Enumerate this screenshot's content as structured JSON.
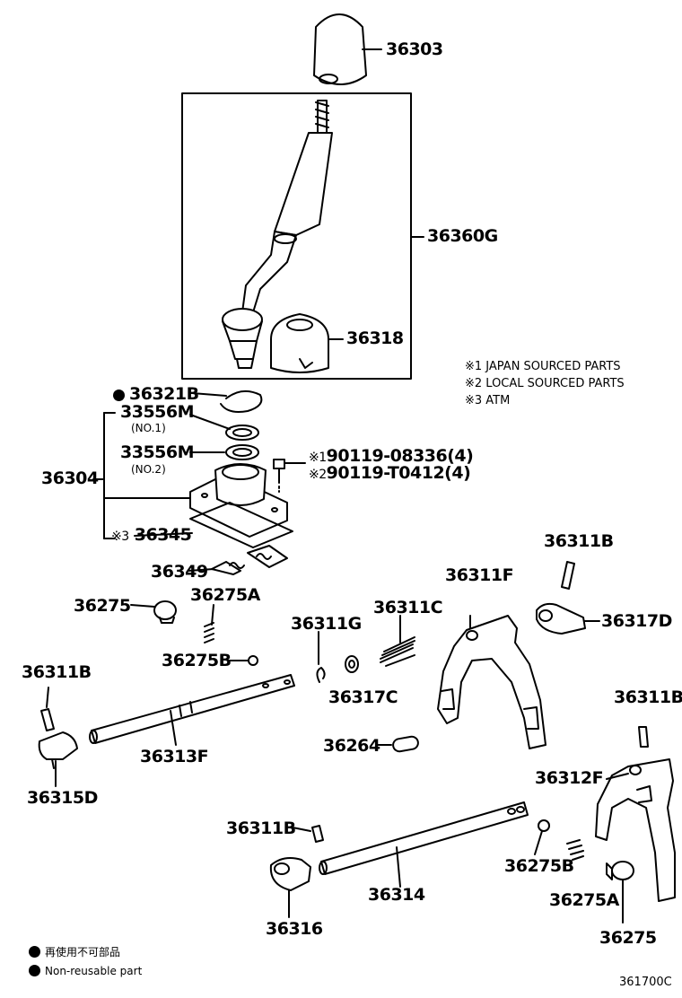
{
  "parts": {
    "p36303": "36303",
    "p36360G": "36360G",
    "p36318": "36318",
    "p36321B": "36321B",
    "p33556M_1": "33556M",
    "p33556M_1_sub": "(NO.1)",
    "p33556M_2": "33556M",
    "p33556M_2_sub": "(NO.2)",
    "p36304": "36304",
    "p36345": "36345",
    "p36345_mark": "※3",
    "bolt1": "90119-08336(4)",
    "bolt1_mark": "※1",
    "bolt2": "90119-T0412(4)",
    "bolt2_mark": "※2",
    "p36349": "36349",
    "p36275A_top": "36275A",
    "p36275_top": "36275",
    "p36275B_top": "36275B",
    "p36311G": "36311G",
    "p36311C": "36311C",
    "p36317C": "36317C",
    "p36311F": "36311F",
    "p36311B_topright": "36311B",
    "p36317D": "36317D",
    "p36311B_left": "36311B",
    "p36313F": "36313F",
    "p36315D": "36315D",
    "p36264": "36264",
    "p36311B_right": "36311B",
    "p36312F": "36312F",
    "p36311B_bottom": "36311B",
    "p36314": "36314",
    "p36316": "36316",
    "p36275B_bottom": "36275B",
    "p36275A_bottom": "36275A",
    "p36275_bottom": "36275"
  },
  "notes": {
    "n1": "※1 JAPAN SOURCED PARTS",
    "n2": "※2 LOCAL SOURCED PARTS",
    "n3": "※3 ATM"
  },
  "legend": {
    "jp": "再使用不可部品",
    "en": "Non-reusable part"
  },
  "figure_code": "361700C"
}
